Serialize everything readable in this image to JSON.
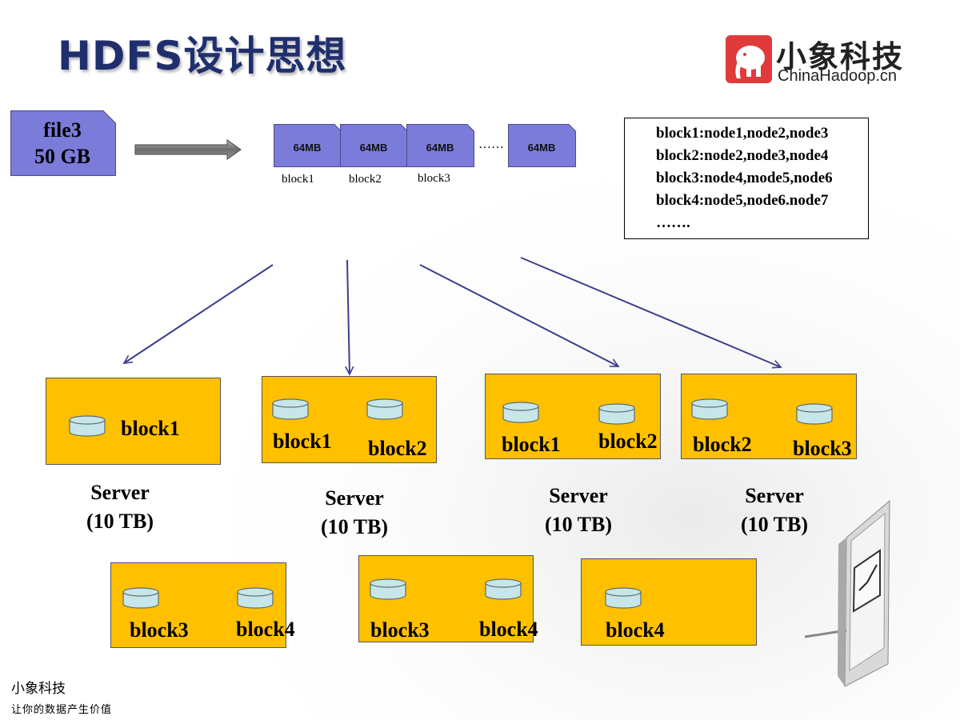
{
  "slide": {
    "title": "HDFS设计思想",
    "logo": {
      "cn": "小象科技",
      "en": "ChinaHadoop.cn"
    },
    "footer": {
      "company": "小象科技",
      "slogan": "让你的数据产生价值"
    }
  },
  "file": {
    "name": "file3",
    "size": "50 GB"
  },
  "segments": [
    {
      "size": "64MB",
      "name": "block1"
    },
    {
      "size": "64MB",
      "name": "block2"
    },
    {
      "size": "64MB",
      "name": "block3"
    },
    {
      "size": "64MB",
      "name": ""
    }
  ],
  "ellipsis": "……",
  "metadata": {
    "lines": [
      "block1:node1,node2,node3",
      "block2:node2,node3,node4",
      "block3:node4,mode5,node6",
      "block4:node5,node6.node7",
      "……."
    ]
  },
  "servers": [
    {
      "blocks": [
        "block1"
      ],
      "caption": [
        "Server",
        "(10 TB)"
      ]
    },
    {
      "blocks": [
        "block1",
        "block2"
      ],
      "caption": [
        "Server",
        "(10 TB)"
      ]
    },
    {
      "blocks": [
        "block1",
        "block2"
      ],
      "caption": [
        "Server",
        "(10 TB)"
      ]
    },
    {
      "blocks": [
        "block2",
        "block3"
      ],
      "caption": [
        "Server",
        "(10 TB)"
      ]
    },
    {
      "blocks": [
        "block3",
        "block4"
      ],
      "caption": []
    },
    {
      "blocks": [
        "block3",
        "block4"
      ],
      "caption": []
    },
    {
      "blocks": [
        "block4"
      ],
      "caption": []
    }
  ],
  "colors": {
    "title": "#1f2f6e",
    "file_box": "#7b7bd9",
    "server": "#ffc000",
    "disk": "#c7e6ea",
    "arrow": "#3b3e8c",
    "logo_red": "#e03a3a"
  }
}
